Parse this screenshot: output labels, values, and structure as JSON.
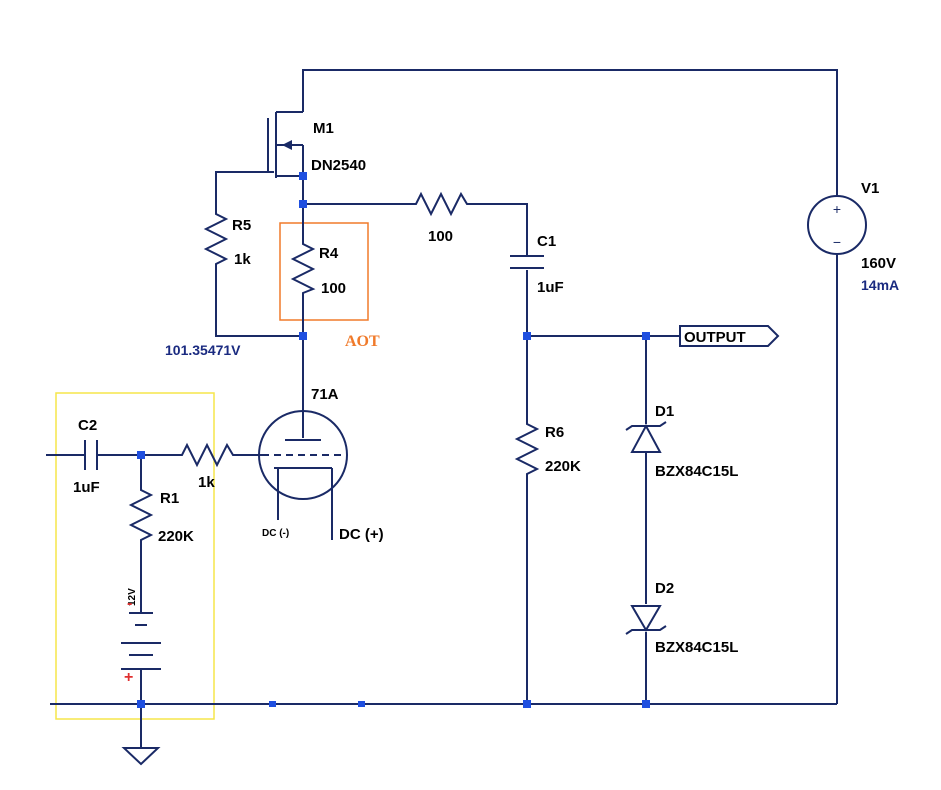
{
  "colors": {
    "wire": "#1a2a66",
    "node": "#1f4fe0",
    "text": "#000000",
    "net_label_blue": "#1a2a80",
    "highlight_orange": "#f07a2a",
    "highlight_yellow": "#f5e64a",
    "polarity_red": "#e03030"
  },
  "components": {
    "m1": {
      "ref": "M1",
      "value": "DN2540"
    },
    "r5": {
      "ref": "R5",
      "value": "1k"
    },
    "r4": {
      "ref": "R4",
      "value": "100"
    },
    "r_series": {
      "value": "100"
    },
    "c1": {
      "ref": "C1",
      "value": "1uF"
    },
    "v1": {
      "ref": "V1",
      "value": "160V",
      "current": "14mA",
      "plus": "+",
      "minus": "−"
    },
    "tube": {
      "ref": "71A",
      "pin_left": "DC (-)",
      "pin_right": "DC (+)"
    },
    "c2": {
      "ref": "C2",
      "value": "1uF"
    },
    "r_grid": {
      "value": "1k"
    },
    "r1": {
      "ref": "R1",
      "value": "220K"
    },
    "battery": {
      "voltage": "12V",
      "minus": "-",
      "plus": "+"
    },
    "r6": {
      "ref": "R6",
      "value": "220K"
    },
    "d1": {
      "ref": "D1",
      "value": "BZX84C15L"
    },
    "d2": {
      "ref": "D2",
      "value": "BZX84C15L"
    }
  },
  "nets": {
    "plate_voltage": "101.35471V",
    "output": "OUTPUT"
  },
  "annotations": {
    "aot": "AOT"
  }
}
